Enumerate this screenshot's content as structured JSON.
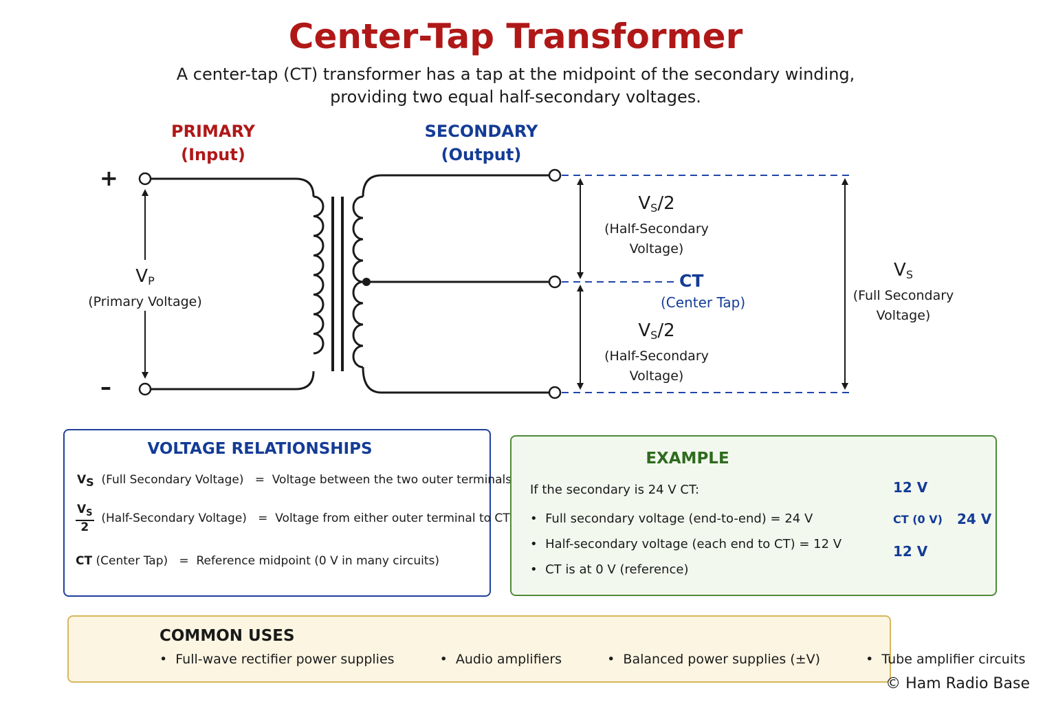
{
  "title": "Center-Tap Transformer",
  "subtitle_line1": "A center-tap (CT) transformer has a tap at the midpoint of the secondary winding,",
  "subtitle_line2": "providing two equal half-secondary voltages.",
  "primary": {
    "title": "PRIMARY",
    "subtitle": "(Input)",
    "plus": "+",
    "minus": "–",
    "voltage_symbol": "V",
    "voltage_sub": "P",
    "voltage_desc": "(Primary Voltage)"
  },
  "secondary": {
    "title": "SECONDARY",
    "subtitle": "(Output)"
  },
  "half_voltage": {
    "symbol": "V",
    "sub": "S",
    "suffix": "/2",
    "desc_line1": "(Half-Secondary",
    "desc_line2": "Voltage)"
  },
  "center_tap": {
    "label": "CT",
    "desc": "(Center Tap)"
  },
  "full_voltage": {
    "symbol": "V",
    "sub": "S",
    "desc_line1": "(Full Secondary",
    "desc_line2": "Voltage)"
  },
  "relationships": {
    "title": "VOLTAGE RELATIONSHIPS",
    "row1": {
      "symbol": "V",
      "sub": "S",
      "term": "(Full Secondary Voltage)",
      "eq": "=",
      "meaning": "Voltage between the two outer terminals"
    },
    "row2": {
      "symbol": "V",
      "sub": "S",
      "denominator": "2",
      "term": "(Half-Secondary Voltage)",
      "eq": "=",
      "meaning": "Voltage from either outer terminal to CT"
    },
    "row3": {
      "symbol": "CT",
      "term": "(Center Tap)",
      "eq": "=",
      "meaning": "Reference midpoint (0 V in many circuits)"
    }
  },
  "example": {
    "title": "EXAMPLE",
    "intro": "If the secondary is 24 V CT:",
    "bullets": [
      "Full secondary voltage (end-to-end) = 24 V",
      "Half-secondary voltage (each end to CT) = 12 V",
      "CT is at 0 V (reference)"
    ],
    "mini": {
      "top_half": "12 V",
      "bottom_half": "12 V",
      "ct": "CT (0 V)",
      "total": "24 V"
    }
  },
  "uses": {
    "title": "COMMON USES",
    "items": [
      "Full-wave rectifier power supplies",
      "Audio amplifiers",
      "Balanced power supplies (±V)",
      "Tube amplifier circuits"
    ],
    "icon": "lightbulb-icon"
  },
  "copyright": "© Ham Radio Base",
  "colors": {
    "primary": "#b01818",
    "secondary": "#143c96",
    "example": "#2e6b1f",
    "uses_border": "#d8b65a"
  }
}
